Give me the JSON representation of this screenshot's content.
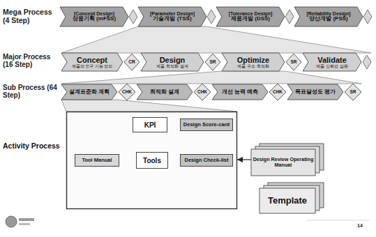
{
  "diagram": {
    "nodes": [
      {
        "text": [
          "[Concept Design]",
          "상품기획 (mFSS)"
        ]
      },
      {
        "text": [
          "[Parameter Design]",
          "기술개발 (TSS)"
        ]
      },
      {
        "text": [
          "[Tolerance Design]",
          "제품개발 (DSS)"
        ]
      },
      {
        "text": [
          "[Reliability Design]",
          "양산개발 (PSS)"
        ]
      },
      {
        "text": [
          "Concept",
          "제품의 요구 기능 정의"
        ]
      },
      {
        "text": [
          "CR"
        ]
      },
      {
        "text": [
          "Design",
          "제품 최적화 설계"
        ]
      },
      {
        "text": [
          "SR"
        ]
      },
      {
        "text": [
          "Optimize",
          "제품 구조 최적화"
        ]
      },
      {
        "text": [
          "SR"
        ]
      },
      {
        "text": [
          "Validate",
          "제품 신뢰성 검증"
        ]
      },
      {
        "text": [
          "설계표준화 계획"
        ]
      },
      {
        "text": [
          "CHK"
        ]
      },
      {
        "text": [
          "최적화 설계"
        ]
      },
      {
        "text": [
          "CHK"
        ]
      },
      {
        "text": [
          "개선 능력 예측"
        ]
      },
      {
        "text": [
          "CHK"
        ]
      },
      {
        "text": [
          "목표달성도 평가"
        ]
      },
      {
        "text": [
          "SR"
        ]
      },
      {
        "text": [
          "Activity Process"
        ]
      },
      {
        "text": [
          "KPI"
        ],
        "in": 19
      },
      {
        "text": [
          "Design Score-card"
        ],
        "in": 19
      },
      {
        "text": [
          "Tool Manual"
        ],
        "in": 19
      },
      {
        "text": [
          "Tools"
        ],
        "in": 19
      },
      {
        "text": [
          "Design Check-list"
        ],
        "in": 19
      },
      {
        "text": [
          "Design Review Operating Manual"
        ]
      },
      {
        "text": [
          "Template"
        ]
      }
    ],
    "edges": [
      {
        "from": 22,
        "to": 23,
        "arrow": "to"
      },
      {
        "from": 24,
        "to": 23,
        "arrow": "to"
      },
      {
        "from": 23,
        "to": 20,
        "arrow": "to"
      },
      {
        "from": 21,
        "to": 20,
        "arrow": "to"
      },
      {
        "from": 25,
        "to": 19,
        "arrow": "to"
      }
    ],
    "labels": [
      "Mega Process (4 Step)",
      "Major Process (16 Step)",
      "Sub Process (64 Step)",
      "14"
    ]
  }
}
